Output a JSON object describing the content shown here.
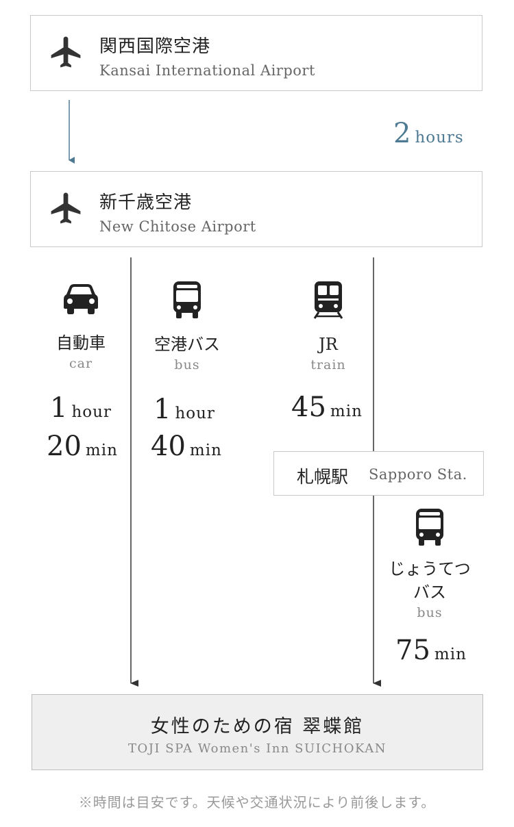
{
  "airports": {
    "kansai": {
      "jp": "関西国際空港",
      "en": "Kansai International Airport",
      "icon": "airplane-icon"
    },
    "chitose": {
      "jp": "新千歳空港",
      "en": "New Chitose Airport",
      "icon": "airplane-icon"
    }
  },
  "flight": {
    "num": "2",
    "unit": "hours"
  },
  "routes": {
    "car": {
      "icon": "car-icon",
      "jp": "自動車",
      "en": "car",
      "time1_num": "1",
      "time1_unit": "hour",
      "time2_num": "20",
      "time2_unit": "min"
    },
    "bus": {
      "icon": "bus-icon",
      "jp": "空港バス",
      "en": "bus",
      "time1_num": "1",
      "time1_unit": "hour",
      "time2_num": "40",
      "time2_unit": "min"
    },
    "jr": {
      "icon": "train-icon",
      "jp": "JR",
      "en": "train",
      "time_num": "45",
      "time_unit": "min"
    },
    "jotetsu": {
      "icon": "bus-icon",
      "jp1": "じょうてつ",
      "jp2": "バス",
      "en": "bus",
      "time_num": "75",
      "time_unit": "min"
    }
  },
  "sapporo": {
    "jp": "札幌駅",
    "en": "Sapporo Sta."
  },
  "destination": {
    "jp": "女性のための宿 翠蝶館",
    "en": "TOJI SPA Women's Inn SUICHOKAN"
  },
  "note": "※時間は目安です。天候や交通状況により前後します。",
  "colors": {
    "accent": "#4e7a93",
    "line": "#444444",
    "border": "#c9c9c9",
    "destination_bg": "#efefef"
  }
}
